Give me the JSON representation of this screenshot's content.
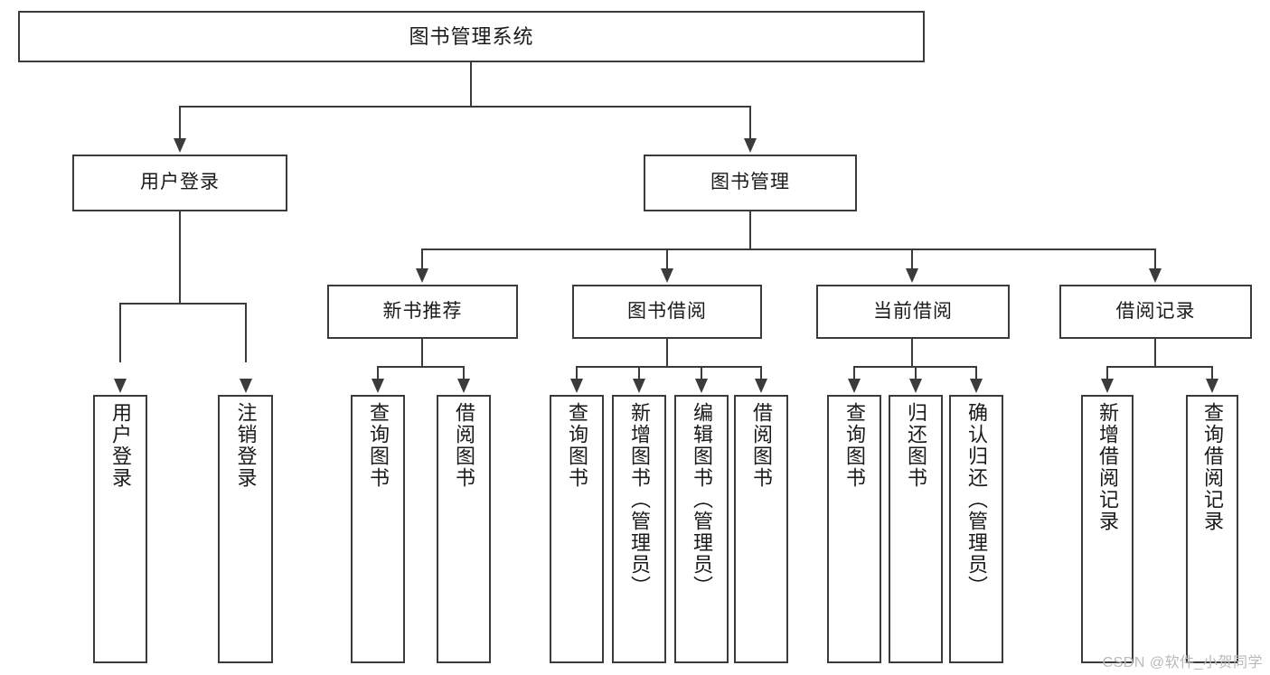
{
  "diagram": {
    "type": "tree",
    "title": "图书管理系统",
    "root": {
      "id": "root",
      "label": "图书管理系统"
    },
    "level1": [
      {
        "id": "user-login",
        "label": "用户登录"
      },
      {
        "id": "book-manage",
        "label": "图书管理"
      }
    ],
    "level2": [
      {
        "id": "new-book-rec",
        "label": "新书推荐",
        "parent": "book-manage"
      },
      {
        "id": "book-borrow",
        "label": "图书借阅",
        "parent": "book-manage"
      },
      {
        "id": "current-borrow",
        "label": "当前借阅",
        "parent": "book-manage"
      },
      {
        "id": "borrow-record",
        "label": "借阅记录",
        "parent": "book-manage"
      }
    ],
    "leaves": {
      "user-login": [
        {
          "id": "leaf-user-login",
          "label": "用户登录"
        },
        {
          "id": "leaf-user-logout",
          "label": "注销登录"
        }
      ],
      "new-book-rec": [
        {
          "id": "leaf-query-book-1",
          "label": "查询图书"
        },
        {
          "id": "leaf-borrow-book-1",
          "label": "借阅图书"
        }
      ],
      "book-borrow": [
        {
          "id": "leaf-query-book-2",
          "label": "查询图书"
        },
        {
          "id": "leaf-add-book",
          "label": "新增图书（管理员）"
        },
        {
          "id": "leaf-edit-book",
          "label": "编辑图书（管理员）"
        },
        {
          "id": "leaf-borrow-book-2",
          "label": "借阅图书"
        }
      ],
      "current-borrow": [
        {
          "id": "leaf-query-book-3",
          "label": "查询图书"
        },
        {
          "id": "leaf-return-book",
          "label": "归还图书"
        },
        {
          "id": "leaf-confirm-return",
          "label": "确认归还（管理员）"
        }
      ],
      "borrow-record": [
        {
          "id": "leaf-add-record",
          "label": "新增借阅记录"
        },
        {
          "id": "leaf-query-record",
          "label": "查询借阅记录"
        }
      ]
    }
  },
  "watermark": {
    "text": "CSDN @软件_小贺同学"
  },
  "colors": {
    "stroke": "#3b3b3b",
    "fill": "#ffffff",
    "text": "#1a1a1a",
    "watermark": "#b9b9b9"
  }
}
